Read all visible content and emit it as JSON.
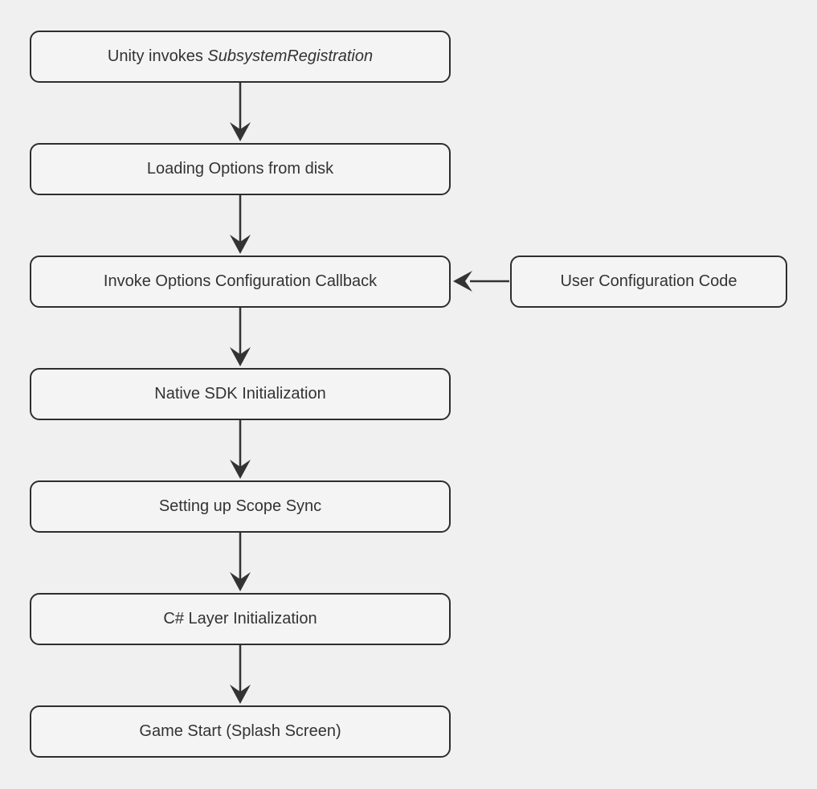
{
  "diagram": {
    "type": "flowchart",
    "direction": "top-down",
    "colors": {
      "background": "#f0f0f0",
      "node_fill": "#f4f4f4",
      "node_border": "#2e2e2e",
      "text": "#333333",
      "arrow": "#333333"
    },
    "nodes": [
      {
        "id": "unity-invokes",
        "label_prefix": "Unity invokes ",
        "label_italic": "SubsystemRegistration"
      },
      {
        "id": "loading-options",
        "label": "Loading Options from disk"
      },
      {
        "id": "invoke-callback",
        "label": "Invoke Options Configuration Callback"
      },
      {
        "id": "user-config",
        "label": "User Configuration Code"
      },
      {
        "id": "native-sdk",
        "label": "Native SDK Initialization"
      },
      {
        "id": "scope-sync",
        "label": "Setting up Scope Sync"
      },
      {
        "id": "csharp-layer",
        "label": "C# Layer Initialization"
      },
      {
        "id": "game-start",
        "label": "Game Start (Splash Screen)"
      }
    ],
    "edges": [
      {
        "from": "unity-invokes",
        "to": "loading-options"
      },
      {
        "from": "loading-options",
        "to": "invoke-callback"
      },
      {
        "from": "user-config",
        "to": "invoke-callback"
      },
      {
        "from": "invoke-callback",
        "to": "native-sdk"
      },
      {
        "from": "native-sdk",
        "to": "scope-sync"
      },
      {
        "from": "scope-sync",
        "to": "csharp-layer"
      },
      {
        "from": "csharp-layer",
        "to": "game-start"
      }
    ]
  }
}
